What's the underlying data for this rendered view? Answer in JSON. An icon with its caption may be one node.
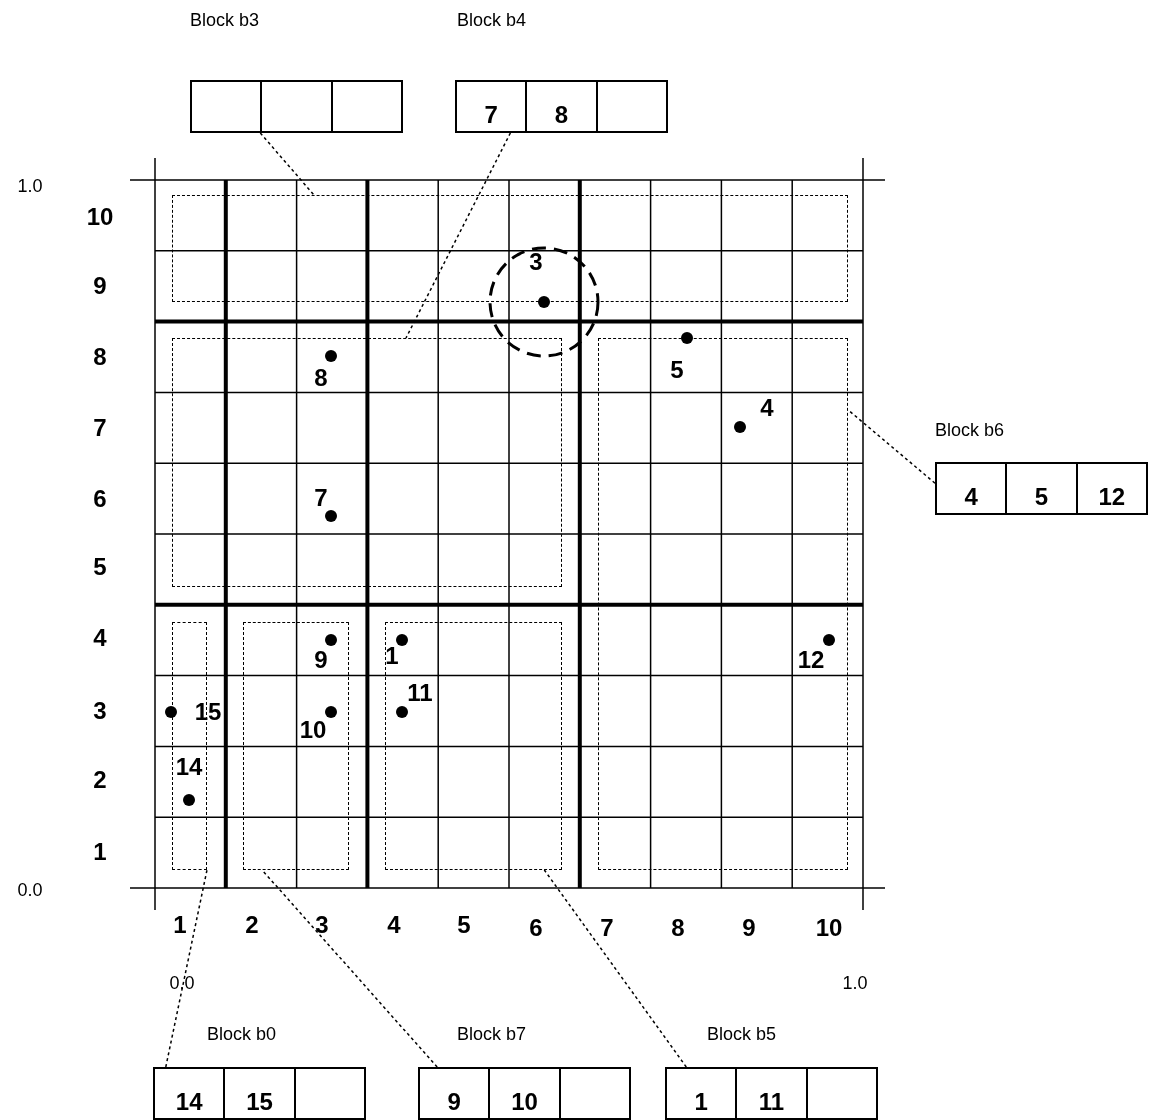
{
  "diagram": {
    "nodes": [
      {
        "text": [
          "Block b3"
        ]
      },
      {
        "text": [
          "Block b4",
          "7",
          "8"
        ]
      },
      {
        "text": [],
        "shape": "box"
      },
      {
        "text": [],
        "shape": "box"
      },
      {
        "text": [],
        "shape": "box"
      },
      {
        "text": [
          "Block b6",
          "4",
          "5",
          "12"
        ]
      },
      {
        "text": [],
        "shape": "box"
      },
      {
        "text": [],
        "shape": "box"
      },
      {
        "text": [],
        "shape": "box"
      },
      {
        "text": [
          "Block b0",
          "14",
          "15"
        ]
      },
      {
        "text": [
          "Block b7",
          "9",
          "10"
        ]
      },
      {
        "text": [
          "Block b5",
          "1",
          "11"
        ]
      }
    ],
    "edges": [
      {
        "from": 0,
        "to": 2,
        "arrow": "none",
        "style": "dashed"
      },
      {
        "from": 1,
        "to": 3,
        "arrow": "none",
        "style": "dashed"
      },
      {
        "from": 5,
        "to": 4,
        "arrow": "none",
        "style": "dashed"
      },
      {
        "from": 9,
        "to": 6,
        "arrow": "none",
        "style": "dashed"
      },
      {
        "from": 10,
        "to": 7,
        "arrow": "none",
        "style": "dashed"
      },
      {
        "from": 11,
        "to": 8,
        "arrow": "none",
        "style": "dashed"
      }
    ],
    "labels": [
      "1.0",
      "0.0",
      "10",
      "9",
      "8",
      "7",
      "6",
      "5",
      "4",
      "3",
      "2",
      "1",
      "1",
      "2",
      "3",
      "4",
      "5",
      "6",
      "7",
      "8",
      "9",
      "10",
      "0.0",
      "1.0",
      "3",
      "8",
      "5",
      "4",
      "7",
      "9",
      "1",
      "12",
      "15",
      "11",
      "10",
      "14"
    ]
  }
}
